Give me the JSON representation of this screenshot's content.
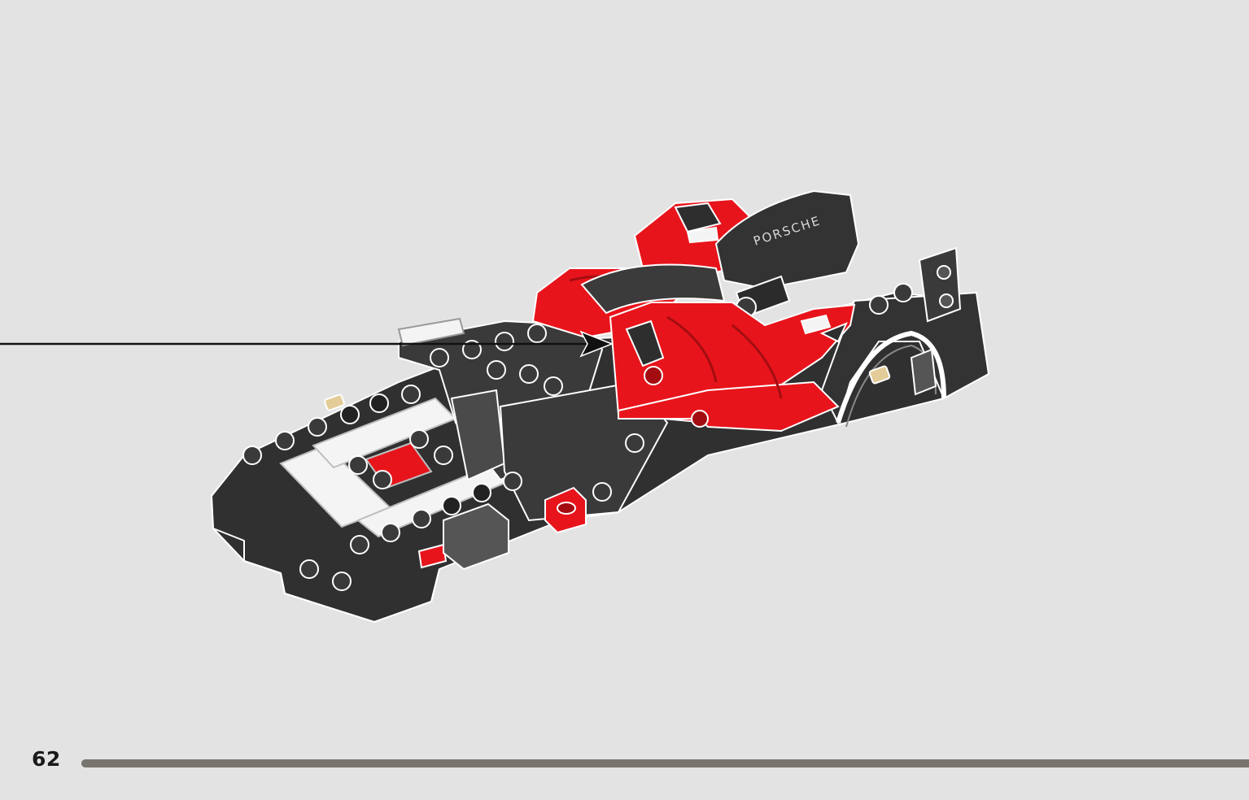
{
  "page": {
    "number": "62",
    "progress_fraction": 1.0
  },
  "model": {
    "logo_text": "PORSCHE",
    "brand_colors": {
      "red": "#e8141b",
      "dark_red": "#a30d12",
      "black": "#2e2e2e",
      "white": "#f4f4f4",
      "background": "#e3e3e3",
      "tan": "#e3cc98"
    }
  },
  "annotation": {
    "callout": "arrow-pointing-to-part"
  }
}
